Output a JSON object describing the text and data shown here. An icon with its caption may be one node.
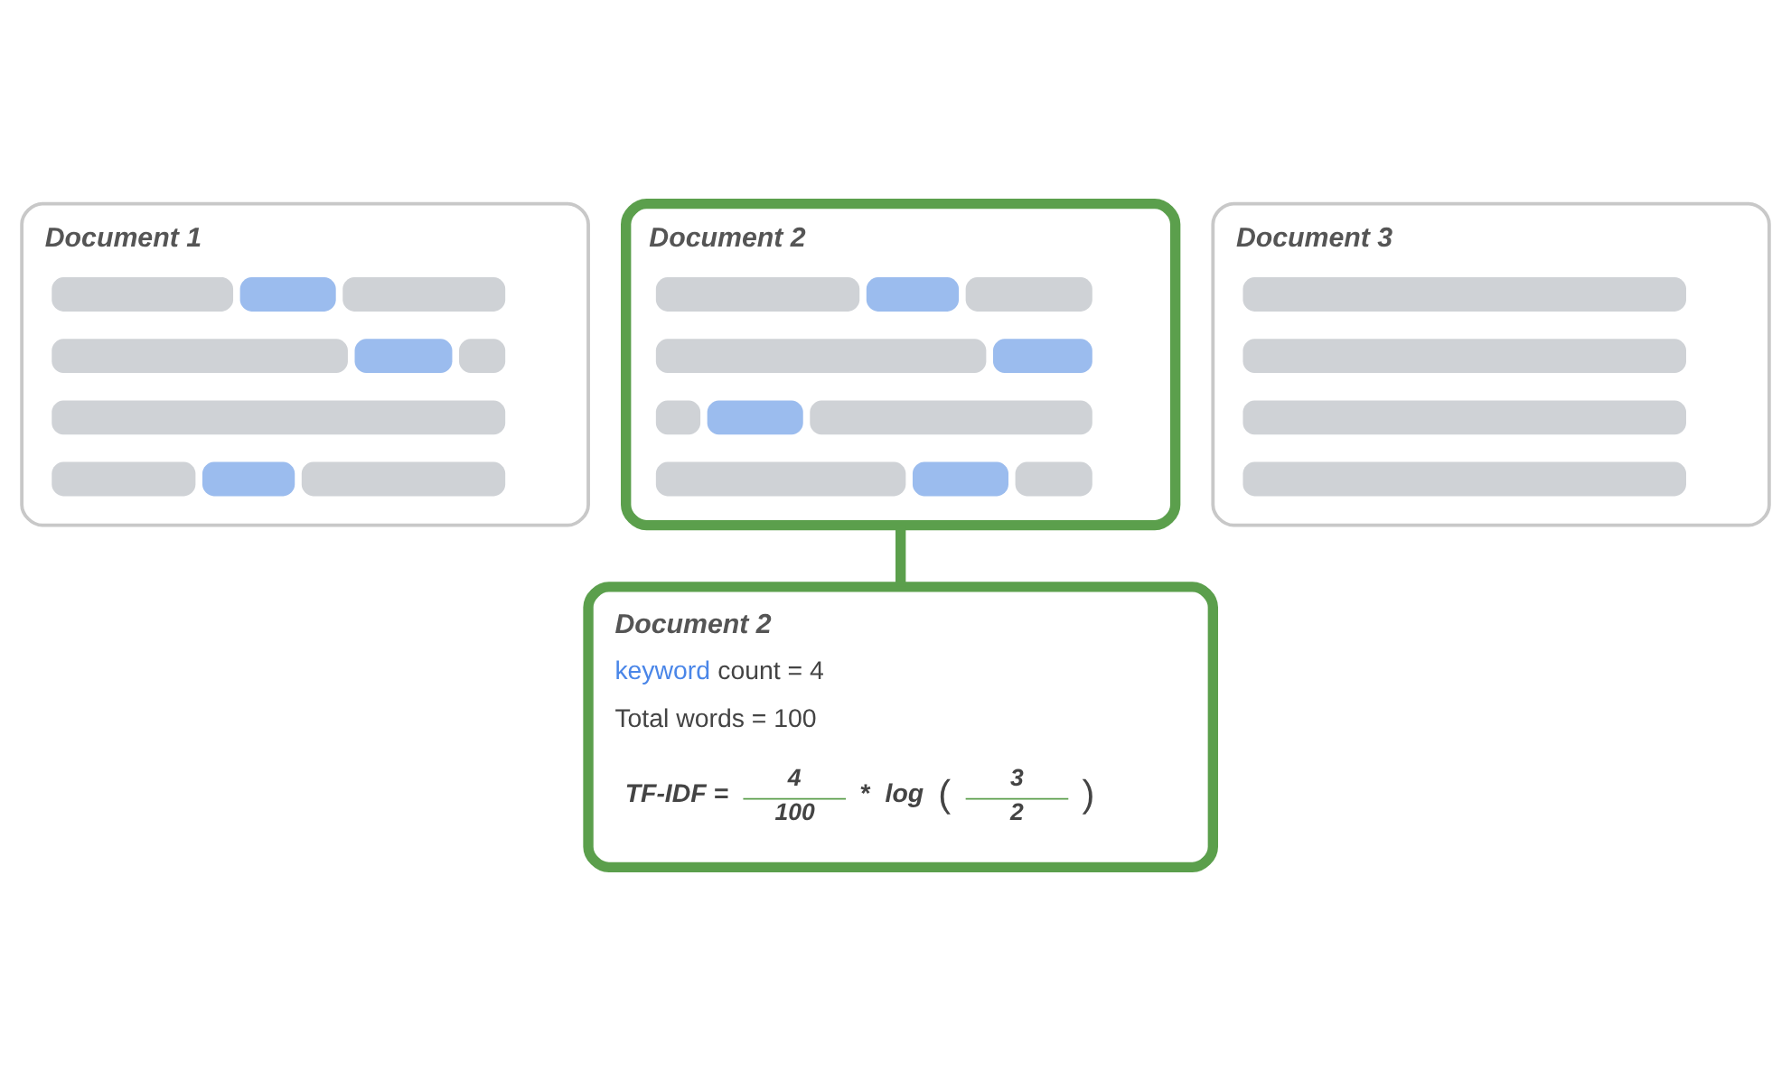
{
  "diagram": {
    "nodes": [
      {
        "text": [
          "Document 1"
        ]
      },
      {
        "text": [
          "Document 2"
        ]
      },
      {
        "text": [
          "Document 3"
        ]
      },
      {
        "text": [
          "Document 2",
          "keyword count = 4",
          "Total words = 100",
          "TF-IDF =",
          "4",
          "100",
          "*",
          "log",
          "(",
          "3",
          "2",
          ")"
        ]
      }
    ],
    "edges": [
      {
        "from": 1,
        "to": 3,
        "arrow": "none",
        "color": "#5b9f4c"
      }
    ]
  }
}
